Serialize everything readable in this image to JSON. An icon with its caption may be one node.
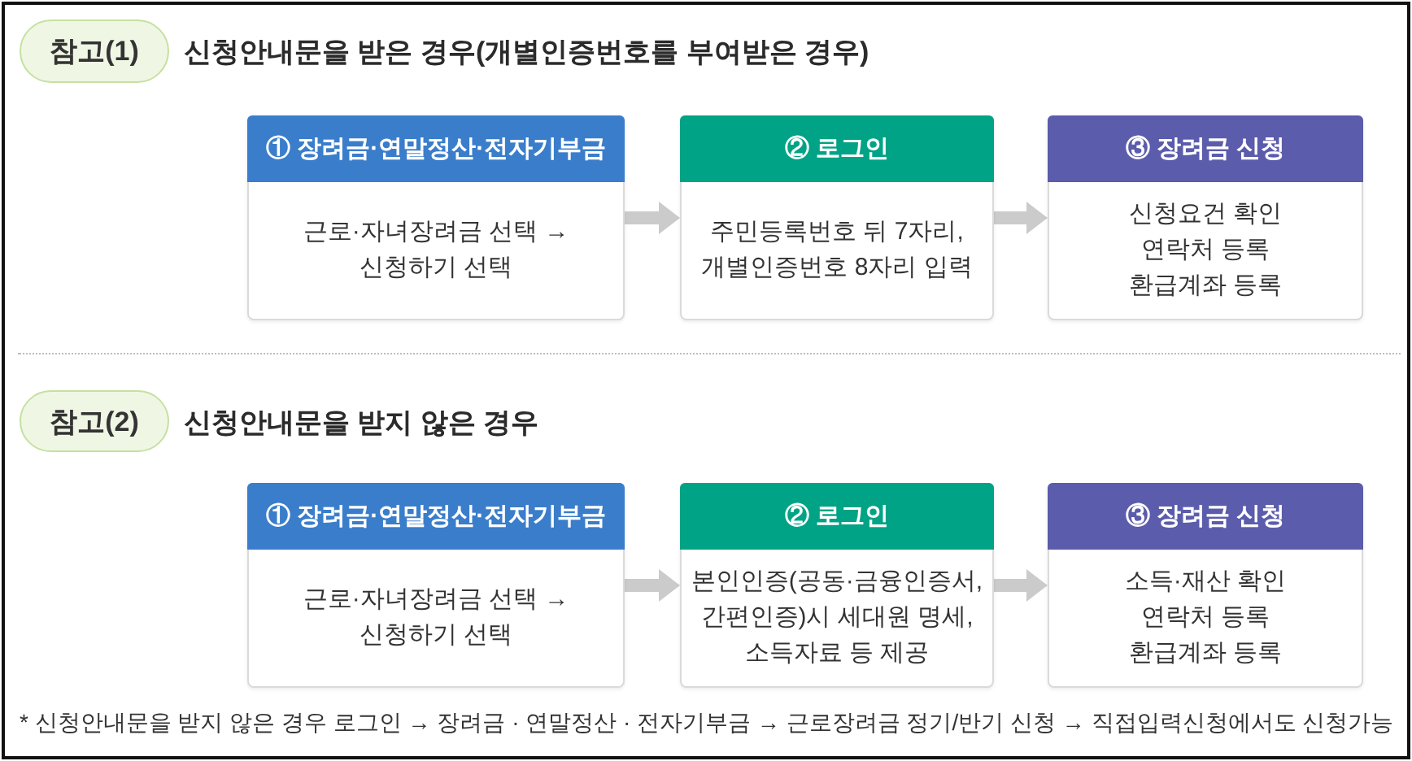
{
  "diagram": {
    "nodes": [
      {
        "text": [
          "참고(1)"
        ],
        "beside": [
          "신청안내문을 받은 경우(개별인증번호를 부여받은 경우)"
        ]
      },
      {
        "text": [
          "① 장려금·연말정산·전자기부금",
          "근로·자녀장려금 선택 → 신청하기 선택"
        ]
      },
      {
        "text": [
          "② 로그인",
          "주민등록번호 뒤 7자리, 개별인증번호 8자리 입력"
        ]
      },
      {
        "text": [
          "③ 장려금 신청",
          "신청요건 확인 연락처 등록 환급계좌 등록"
        ]
      },
      {
        "text": [
          "참고(2)"
        ],
        "beside": [
          "신청안내문을 받지 않은 경우"
        ]
      },
      {
        "text": [
          "① 장려금·연말정산·전자기부금",
          "근로·자녀장려금 선택 → 신청하기 선택"
        ]
      },
      {
        "text": [
          "② 로그인",
          "본인인증(공동·금융인증서, 간편인증)시 세대원 명세, 소득자료 등 제공"
        ]
      },
      {
        "text": [
          "③ 장려금 신청",
          "소득·재산 확인 연락처 등록 환급계좌 등록"
        ]
      }
    ],
    "edges": [
      {
        "from": 1,
        "to": 2,
        "arrow": "to"
      },
      {
        "from": 2,
        "to": 3,
        "arrow": "to"
      },
      {
        "from": 5,
        "to": 6,
        "arrow": "to"
      },
      {
        "from": 6,
        "to": 7,
        "arrow": "to"
      }
    ],
    "labels": [
      "* 신청안내문을 받지 않은 경우 로그인 → 장려금 · 연말정산 · 전자기부금 → 근로장려금 정기/반기 신청 → 직접입력신청에서도 신청가능"
    ]
  }
}
